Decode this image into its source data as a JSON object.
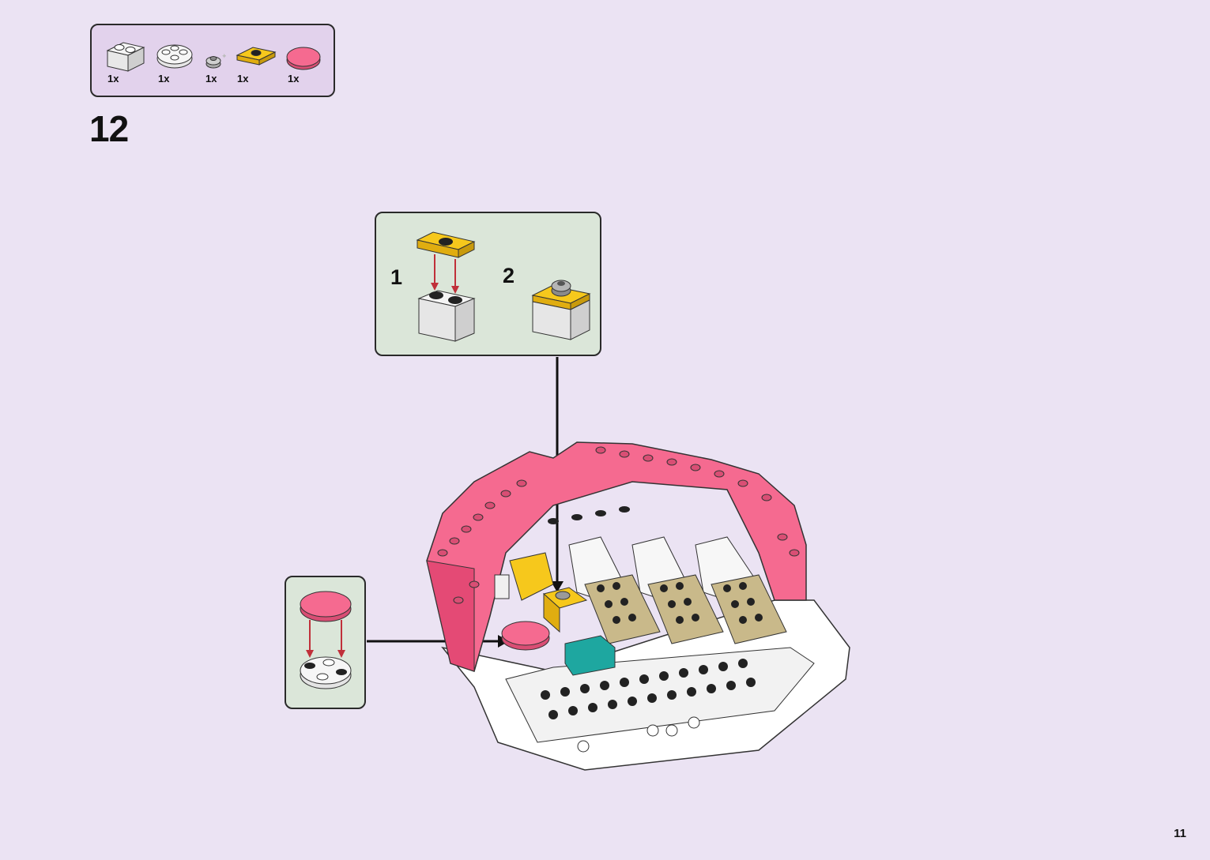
{
  "parts_list": [
    {
      "icon": "white-brick-1x2-icon",
      "qty": "1x"
    },
    {
      "icon": "white-round-plate-2x2-icon",
      "qty": "1x"
    },
    {
      "icon": "grey-round-plate-1x1-icon",
      "qty": "1x"
    },
    {
      "icon": "yellow-jumper-plate-1x2-icon",
      "qty": "1x"
    },
    {
      "icon": "pink-round-tile-2x2-icon",
      "qty": "1x"
    }
  ],
  "step_number": "12",
  "sub_assembly_top": {
    "steps": [
      {
        "label": "1"
      },
      {
        "label": "2"
      }
    ]
  },
  "page_number": "11",
  "colors": {
    "background": "#ebe3f3",
    "parts_box": "#e2d2ec",
    "sub_box": "#dbe6d9",
    "pink": "#f56a90",
    "yellow": "#f6c81c",
    "tan": "#c9b98a",
    "teal": "#1ea7a0",
    "arrow_red": "#c0303a"
  }
}
